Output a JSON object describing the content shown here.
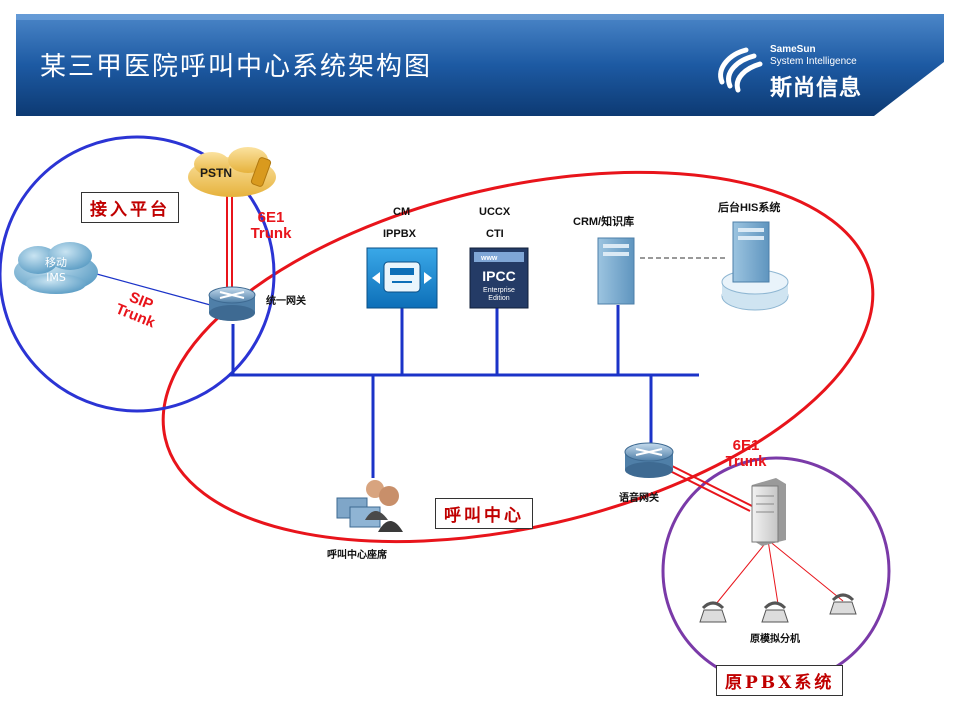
{
  "header": {
    "title": "某三甲医院呼叫中心系统架构图",
    "logo": {
      "en_line1": "SameSun",
      "en_line2": "System Intelligence",
      "cn": "斯尚信息"
    }
  },
  "zones": {
    "access_platform": "接入平台",
    "call_center": "呼叫中心",
    "original_pbx": "原PBX系统"
  },
  "nodes": {
    "pstn": "PSTN",
    "mobile_ims_line1": "移动",
    "mobile_ims_line2": "IMS",
    "unified_gateway": "统一网关",
    "cm_line1": "CM",
    "cm_line2": "IPPBX",
    "uccx_line1": "UCCX",
    "uccx_line2": "CTI",
    "ipcc_icon_text": "IPCC",
    "ipcc_icon_sub1": "Enterprise",
    "ipcc_icon_sub2": "Edition",
    "ipcc_icon_www": "www",
    "crm": "CRM/知识库",
    "his": "后台HIS系统",
    "voice_gateway": "语音网关",
    "agents": "呼叫中心座席",
    "analog_ext": "原模拟分机"
  },
  "links": {
    "trunk_6e1_top_line1": "6E1",
    "trunk_6e1_top_line2": "Trunk",
    "sip_trunk_line1": "SIP",
    "sip_trunk_line2": "Trunk",
    "trunk_6e1_bottom_line1": "6E1",
    "trunk_6e1_bottom_line2": "Trunk"
  },
  "colors": {
    "banner_dark": "#0d3a73",
    "banner_light": "#4b86c8",
    "access_circle": "#2b34d4",
    "callcenter_ellipse": "#e8141b",
    "pbx_circle": "#7a3aa8",
    "bus": "#1b33c8",
    "trunk": "#e8141b"
  }
}
